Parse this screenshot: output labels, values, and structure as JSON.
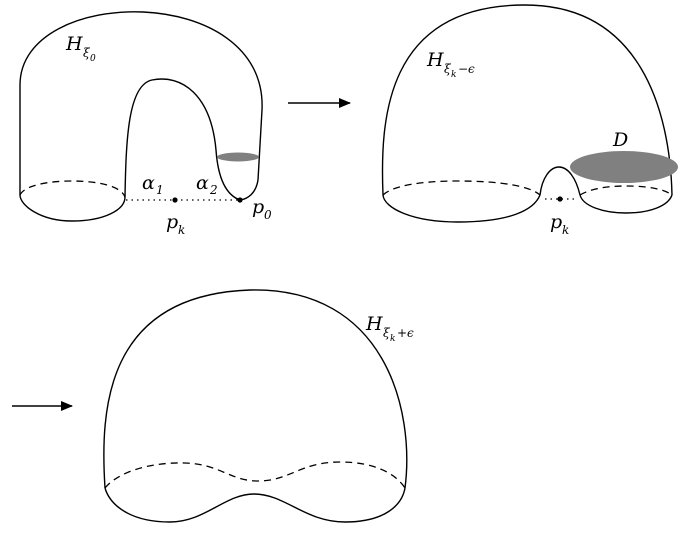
{
  "colors": {
    "ink": "#000000",
    "disk_fill": "#808080",
    "background": "#ffffff"
  },
  "panel1": {
    "label_H": "H",
    "label_xi": "ξ",
    "label_xi_sub": "0",
    "label_alpha1": "α",
    "label_alpha1_sub": "1",
    "label_alpha2": "α",
    "label_alpha2_sub": "2",
    "label_pk": "p",
    "label_pk_sub": "k",
    "label_p0": "p",
    "label_p0_sub": "0"
  },
  "panel2": {
    "label_H": "H",
    "label_xi": "ξ",
    "label_xi_sub": "k",
    "label_eps": "−ϵ",
    "label_D": "D",
    "label_pk": "p",
    "label_pk_sub": "k"
  },
  "panel3": {
    "label_H": "H",
    "label_xi": "ξ",
    "label_xi_sub": "k",
    "label_eps": "+ϵ"
  },
  "arrows": [
    "arrow-1",
    "arrow-2"
  ]
}
